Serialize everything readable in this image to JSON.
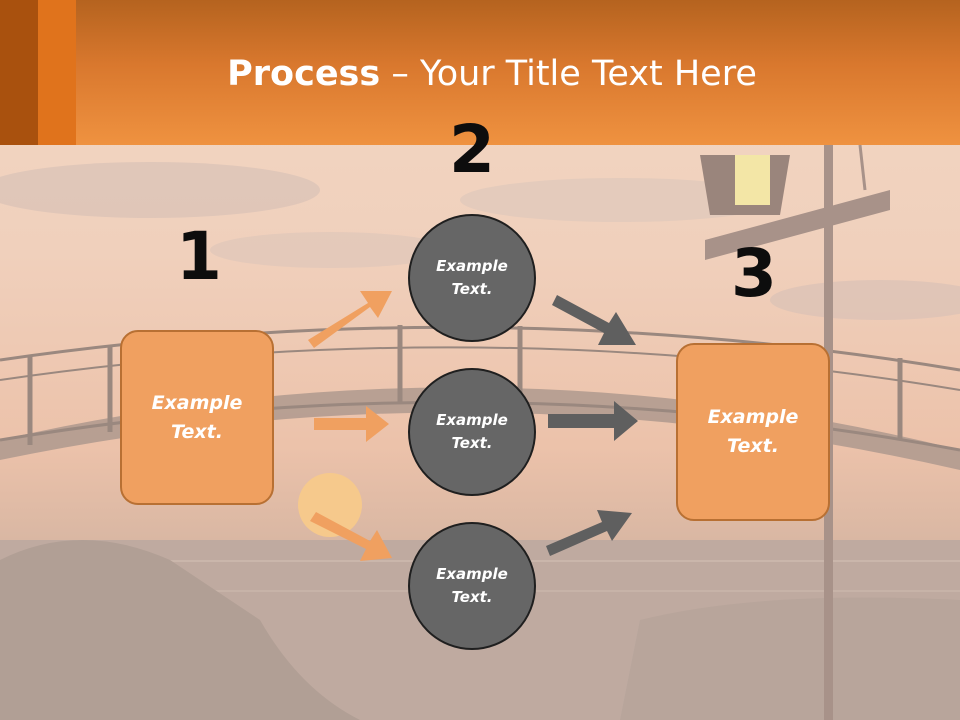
{
  "slide": {
    "title_bold": "Process",
    "title_rest": " – Your Title Text Here"
  },
  "steps": [
    {
      "number": "1",
      "text": "Example\nText."
    },
    {
      "number": "2",
      "items": [
        "Example\nText.",
        "Example\nText.",
        "Example\nText."
      ]
    },
    {
      "number": "3",
      "text": "Example\nText."
    }
  ],
  "colors": {
    "header": "#ef9240",
    "box_fill": "#f0a060",
    "circle_fill": "#666666",
    "arrow_orange": "#f0a060",
    "arrow_gray": "#5f5f5f"
  }
}
